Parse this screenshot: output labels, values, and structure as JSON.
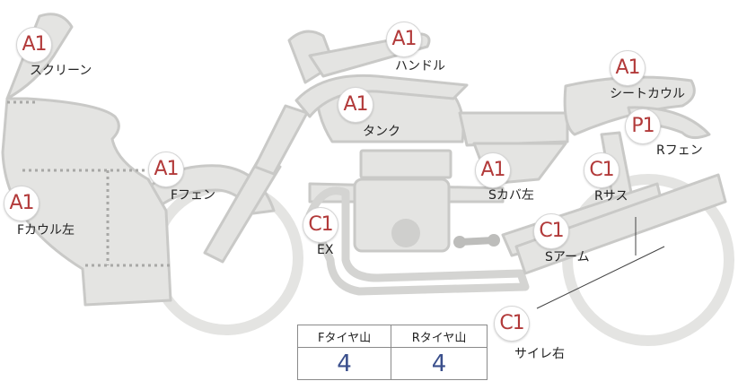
{
  "parts": [
    {
      "grade": "A1",
      "name": "スクリーン"
    },
    {
      "grade": "A1",
      "name": "ハンドル"
    },
    {
      "grade": "A1",
      "name": "シートカウル"
    },
    {
      "grade": "A1",
      "name": "タンク"
    },
    {
      "grade": "P1",
      "name": "Rフェン"
    },
    {
      "grade": "A1",
      "name": "Fフェン"
    },
    {
      "grade": "A1",
      "name": "Sカバ左"
    },
    {
      "grade": "C1",
      "name": "Rサス"
    },
    {
      "grade": "A1",
      "name": "Fカウル左"
    },
    {
      "grade": "C1",
      "name": "EX"
    },
    {
      "grade": "C1",
      "name": "Sアーム"
    },
    {
      "grade": "C1",
      "name": "サイレ右"
    }
  ],
  "tread": {
    "front_label": "Fタイヤ山",
    "rear_label": "Rタイヤ山",
    "front_value": "4",
    "rear_value": "4"
  },
  "colors": {
    "bike_fill": "#e4e4e2",
    "bike_stroke": "#c9c9c7",
    "badge_text": "#b23a3a",
    "tread_value": "#3a4f8c"
  }
}
